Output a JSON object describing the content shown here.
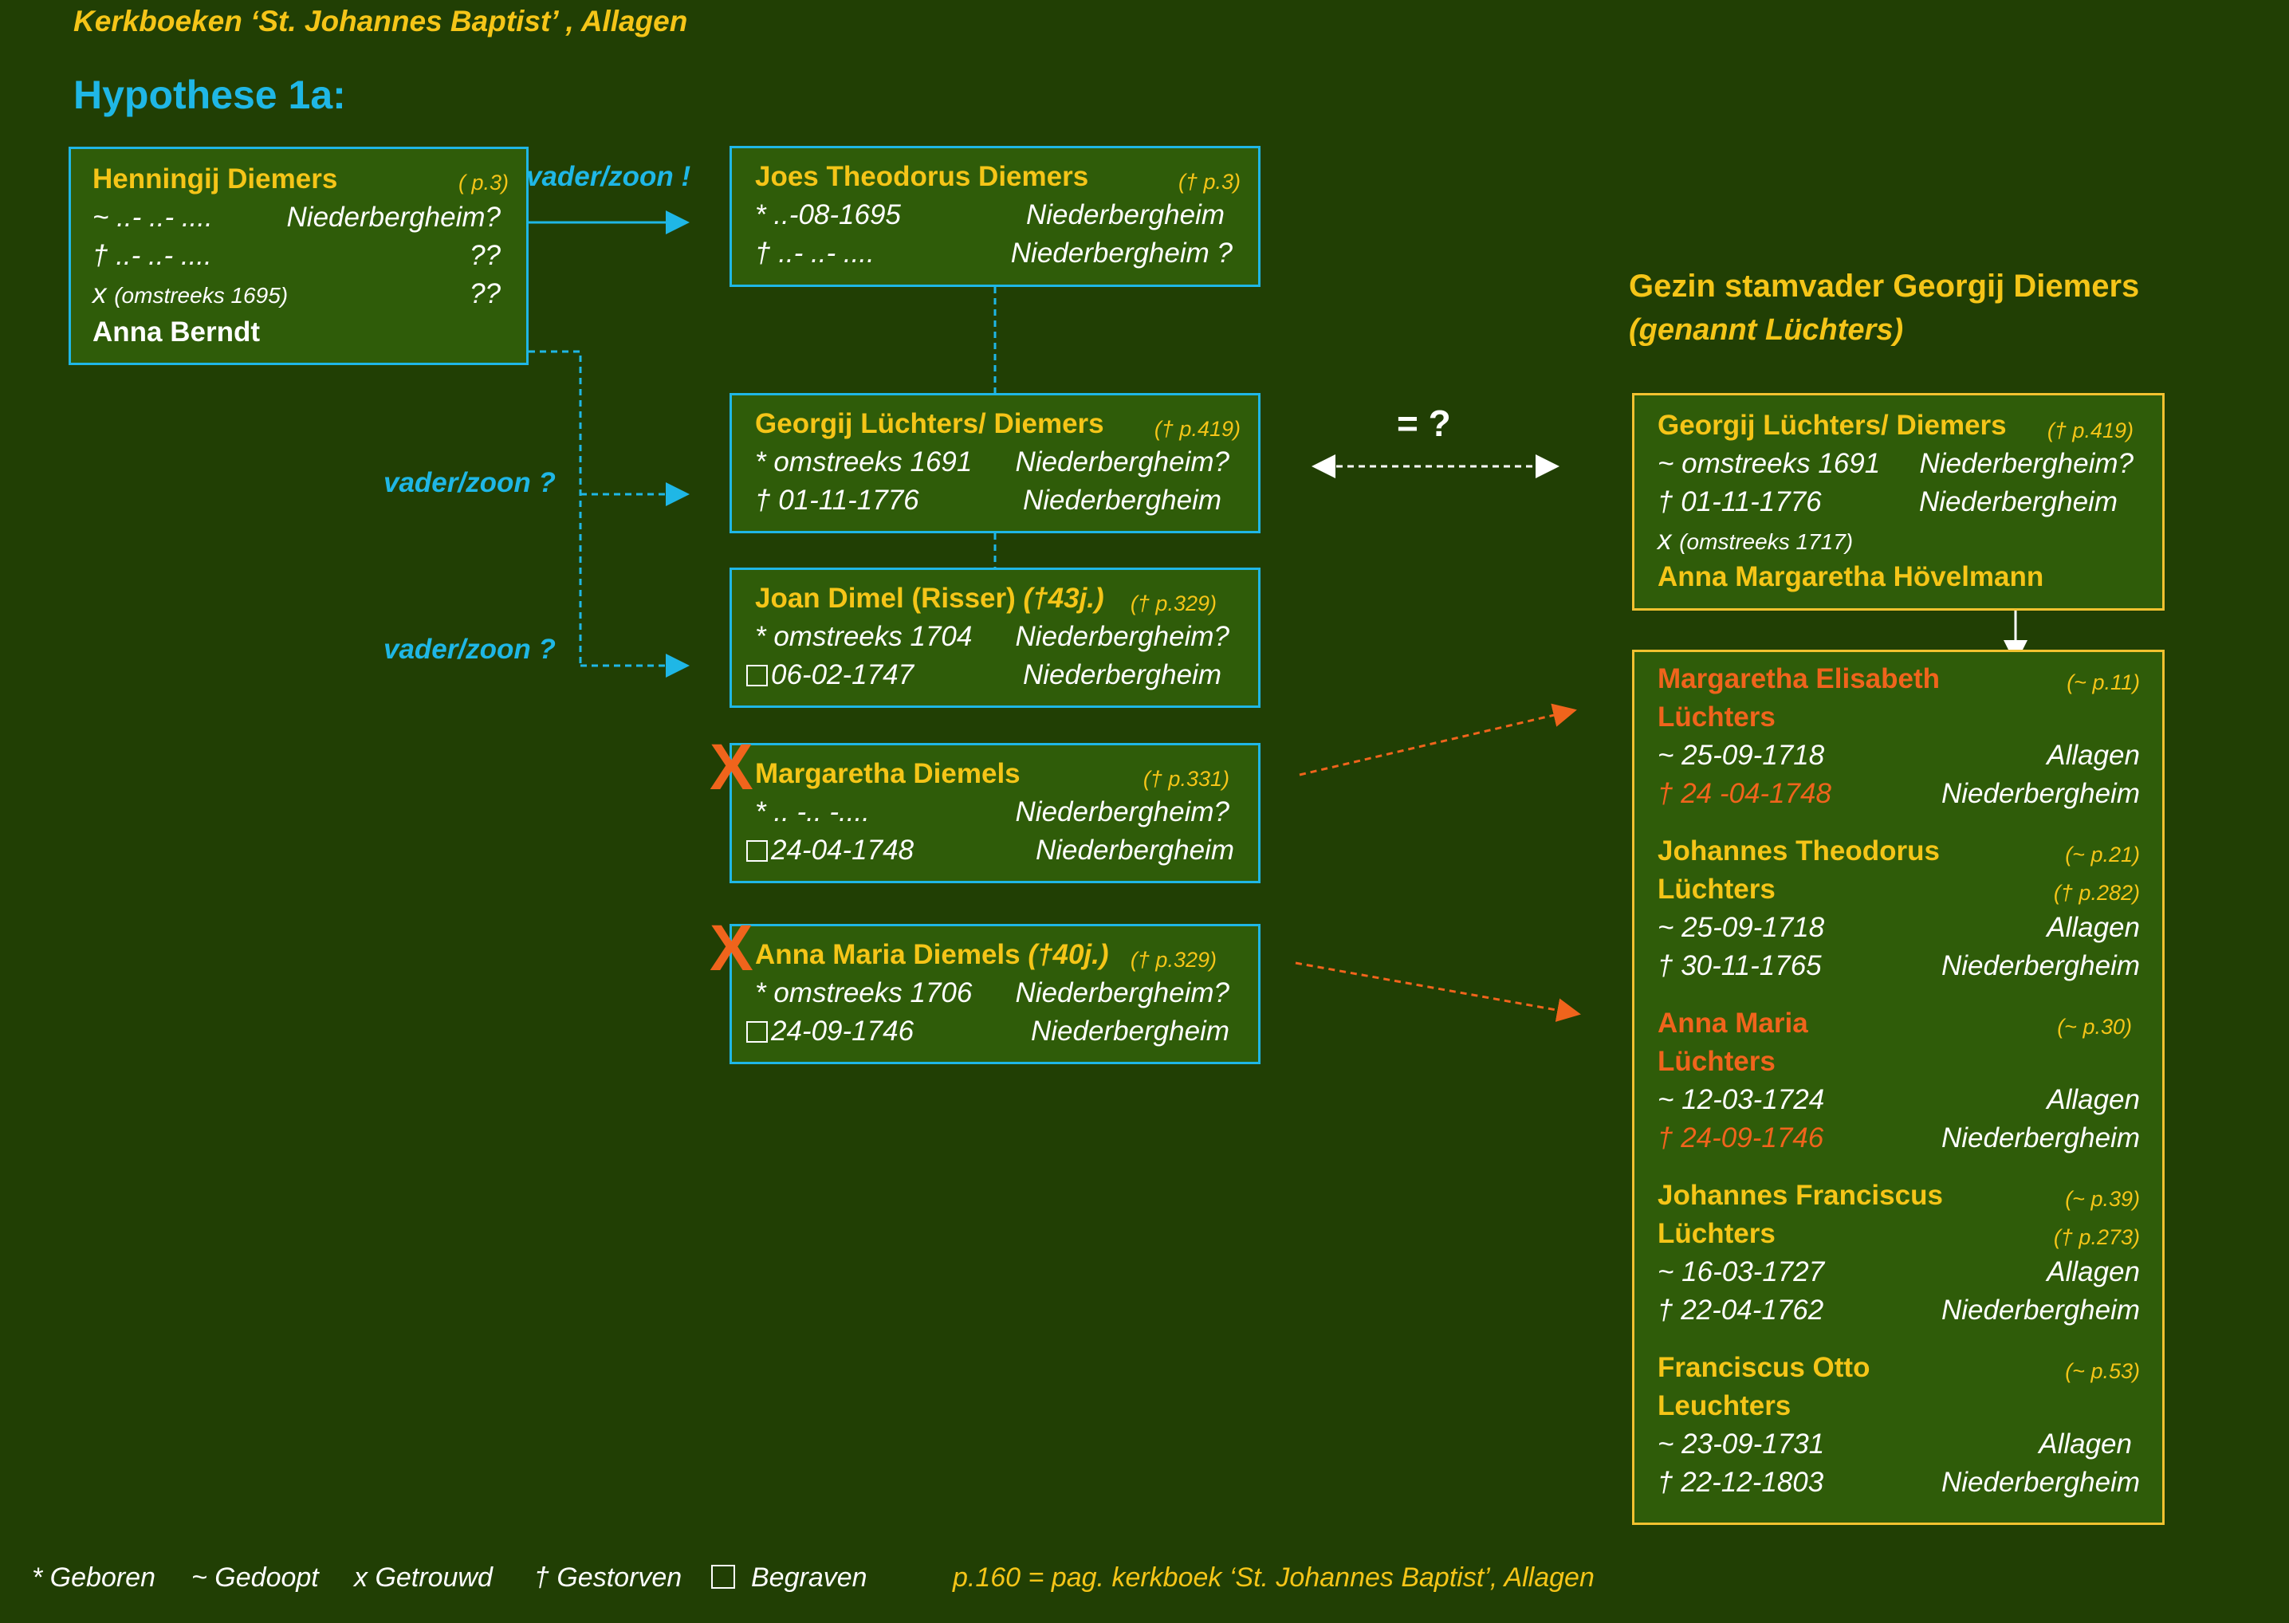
{
  "header": "Kerkboeken ‘St. Johannes Baptist’ , Allagen",
  "hypothesis": "Hypothese 1a:",
  "labels": {
    "vz1": "vader/zoon !",
    "vz2": "vader/zoon ?",
    "vz3": "vader/zoon ?",
    "eq": "= ?"
  },
  "henning": {
    "name": "Henningij Diemers",
    "ref": "( p.3)",
    "r1a": "~ ..-   ..-   ....",
    "r1b": "Niederbergheim?",
    "r2a": "† ..-   ..-   ....",
    "r2b": "??",
    "r3a": "x",
    "r3s": "(omstreeks 1695)",
    "r3b": "??",
    "spouse": "Anna Berndt"
  },
  "joes": {
    "name": "Joes Theodorus Diemers",
    "ref": "(† p.3)",
    "r1a": "* ..-08-1695",
    "r1b": "Niederbergheim",
    "r2a": "† ..- ..- ....",
    "r2b": "Niederbergheim ?"
  },
  "georgij_mid": {
    "name": "Georgij Lüchters/ Diemers",
    "ref": "(† p.419)",
    "r1a": "*  omstreeks 1691",
    "r1b": "Niederbergheim?",
    "r2a": "† 01-11-1776",
    "r2b": "Niederbergheim"
  },
  "joan": {
    "name": "Joan Dimel (Risser)",
    "age": "(†43j.)",
    "ref": "(† p.329)",
    "r1a": "* omstreeks 1704",
    "r1b": "Niederbergheim?",
    "r2a": "06-02-1747",
    "r2b": "Niederbergheim"
  },
  "margaretha": {
    "x": "X",
    "name": "Margaretha Diemels",
    "ref": "(† p.331)",
    "r1a": "* .. -.. -....",
    "r1b": "Niederbergheim?",
    "r2a": "24-04-1748",
    "r2b": "Niederbergheim"
  },
  "annamaria": {
    "x": "X",
    "name": "Anna Maria Diemels",
    "age": "(†40j.)",
    "ref": "(† p.329)",
    "r1a": "* omstreeks 1706",
    "r1b": "Niederbergheim?",
    "r2a": "24-09-1746",
    "r2b": "Niederbergheim"
  },
  "gezin": {
    "title": "Gezin stamvader  Georgij Diemers",
    "subtitle": "(genannt Lüchters)"
  },
  "georgij_right": {
    "name": "Georgij Lüchters/ Diemers",
    "ref": "(† p.419)",
    "r1a": "~ omstreeks 1691",
    "r1b": "Niederbergheim?",
    "r2a": "† 01-11-1776",
    "r2b": "Niederbergheim",
    "r3a": "x",
    "r3s": "(omstreeks 1717)",
    "spouse": "Anna Margaretha Hövelmann"
  },
  "children": [
    {
      "n1": "Margaretha Elisabeth",
      "n2": "Lüchters",
      "ref1": "(~ p.11)",
      "ref2": "",
      "d1a": "~  25-09-1718",
      "d1b": "Allagen",
      "d2a": "†  24 -04-1748",
      "d2b": "Niederbergheim"
    },
    {
      "n1": "Johannes Theodorus",
      "n2": "Lüchters",
      "ref1": "(~ p.21)",
      "ref2": "(† p.282)",
      "d1a": "~  25-09-1718",
      "d1b": "Allagen",
      "d2a": "†  30-11-1765",
      "d2b": "Niederbergheim"
    },
    {
      "n1": "Anna Maria",
      "n2": "Lüchters",
      "ref1": "(~ p.30)",
      "ref2": "",
      "d1a": "~ 12-03-1724",
      "d1b": "Allagen",
      "d2a": "† 24-09-1746",
      "d2b": "Niederbergheim"
    },
    {
      "n1": "Johannes Franciscus",
      "n2": "Lüchters",
      "ref1": "(~ p.39)",
      "ref2": "(† p.273)",
      "d1a": "~  16-03-1727",
      "d1b": "Allagen",
      "d2a": "†  22-04-1762",
      "d2b": "Niederbergheim"
    },
    {
      "n1": "Franciscus Otto",
      "n2": "Leuchters",
      "ref1": "(~ p.53)",
      "ref2": "",
      "d1a": "~  23-09-1731",
      "d1b": "Allagen",
      "d2a": "†  22-12-1803",
      "d2b": "Niederbergheim"
    }
  ],
  "legend": {
    "born": "* Geboren",
    "baptized": "~ Gedoopt",
    "married": "x Getrouwd",
    "died": "† Gestorven",
    "buried": "Begraven",
    "page": "p.160 = pag. kerkboek ‘St. Johannes Baptist’, Allagen"
  },
  "colors": {
    "background": "#213f04",
    "box_fill": "#2f5c09",
    "cyan": "#1fb7e6",
    "gold": "#f5c518",
    "orange": "#f0641c"
  }
}
